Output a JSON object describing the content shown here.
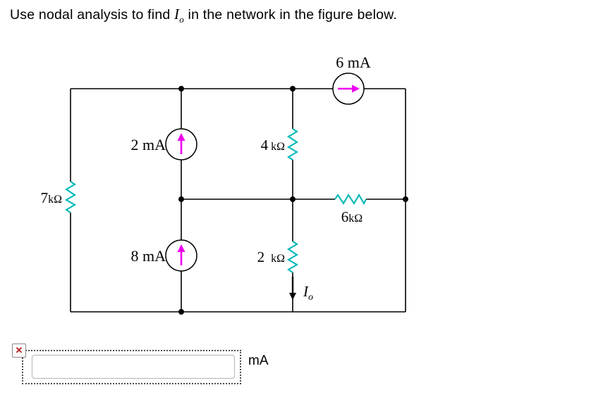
{
  "title": {
    "prefix": "Use nodal analysis to find ",
    "variable": "I",
    "subscript": "o",
    "suffix": " in the network in the figure below."
  },
  "circuit": {
    "top_source": "6 mA",
    "upper_source": "2 mA",
    "lower_source": "8 mA",
    "left_resistor": {
      "value": "7",
      "unit": "kΩ"
    },
    "mid_upper_resistor": {
      "value": "4",
      "unit": "kΩ"
    },
    "mid_lower_resistor": {
      "value": "2",
      "unit": "kΩ"
    },
    "right_resistor": {
      "value": "6",
      "unit": "kΩ"
    },
    "output_current": {
      "variable": "I",
      "subscript": "o"
    }
  },
  "answer": {
    "status_glyph": "✕",
    "value": "",
    "unit": "mA"
  },
  "colors": {
    "resistor": "#00b8b8",
    "source_arrow": "#ee00ee",
    "status_incorrect": "#b22222"
  }
}
